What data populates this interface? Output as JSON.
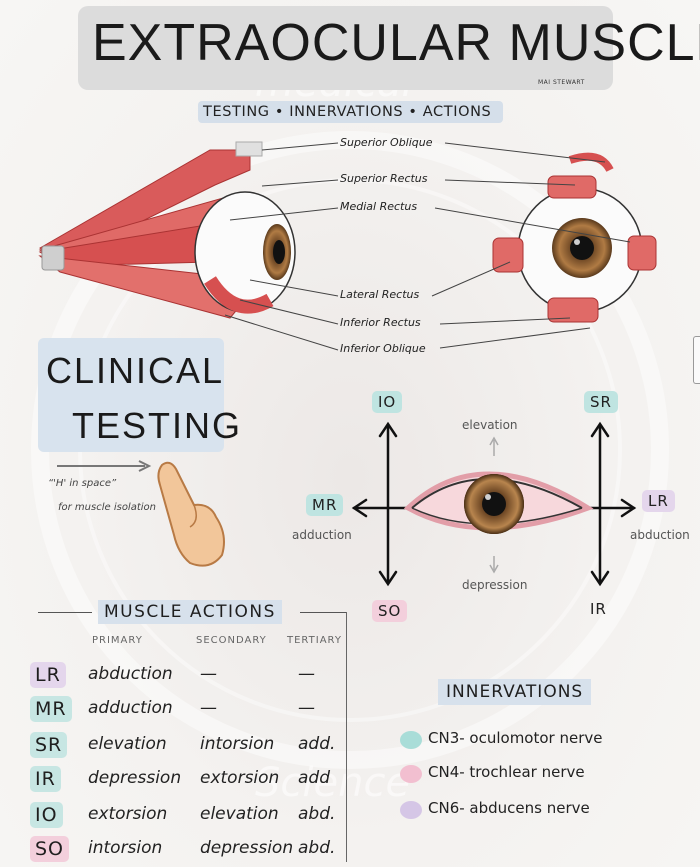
{
  "header": {
    "title": "EXTRAOCULAR MUSCLES",
    "author": "MAI STEWART",
    "subtitle": "TESTING • INNERVATIONS • ACTIONS"
  },
  "anatomy_labels": [
    "Superior Oblique",
    "Superior Rectus",
    "Medial Rectus",
    "Lateral Rectus",
    "Inferior Rectus",
    "Inferior Oblique"
  ],
  "clinical": {
    "line1": "CLINICAL",
    "line2": "TESTING",
    "note1": "“'H' in space”",
    "note2": "for muscle isolation"
  },
  "diagram": {
    "io": "IO",
    "sr": "SR",
    "mr": "MR",
    "lr": "LR",
    "so": "SO",
    "ir": "IR",
    "elevation": "elevation",
    "depression": "depression",
    "adduction": "adduction",
    "abduction": "abduction"
  },
  "muscle_actions": {
    "title": "MUSCLE ACTIONS",
    "columns": [
      "PRIMARY",
      "SECONDARY",
      "TERTIARY"
    ],
    "rows": [
      {
        "abbr": "LR",
        "primary": "abduction",
        "secondary": "—",
        "tertiary": "—",
        "color": "#e4d6ec"
      },
      {
        "abbr": "MR",
        "primary": "adduction",
        "secondary": "—",
        "tertiary": "—",
        "color": "#c7e6e3"
      },
      {
        "abbr": "SR",
        "primary": "elevation",
        "secondary": "intorsion",
        "tertiary": "add.",
        "color": "#c7e6e3"
      },
      {
        "abbr": "IR",
        "primary": "depression",
        "secondary": "extorsion",
        "tertiary": "add",
        "color": "#c7e6e3"
      },
      {
        "abbr": "IO",
        "primary": "extorsion",
        "secondary": "elevation",
        "tertiary": "abd.",
        "color": "#c7e6e3"
      },
      {
        "abbr": "SO",
        "primary": "intorsion",
        "secondary": "depression",
        "tertiary": "abd.",
        "color": "#f3cfdc"
      }
    ]
  },
  "innervations": {
    "title": "INNERVATIONS",
    "items": [
      {
        "text": "CN3- oculomotor nerve",
        "color": "#a9ddd8"
      },
      {
        "text": "CN4- trochlear nerve",
        "color": "#f2bfd0"
      },
      {
        "text": "CN6- abducens nerve",
        "color": "#d5c6e6"
      }
    ]
  },
  "watermark": {
    "top": "medical",
    "bottom": "Science"
  }
}
